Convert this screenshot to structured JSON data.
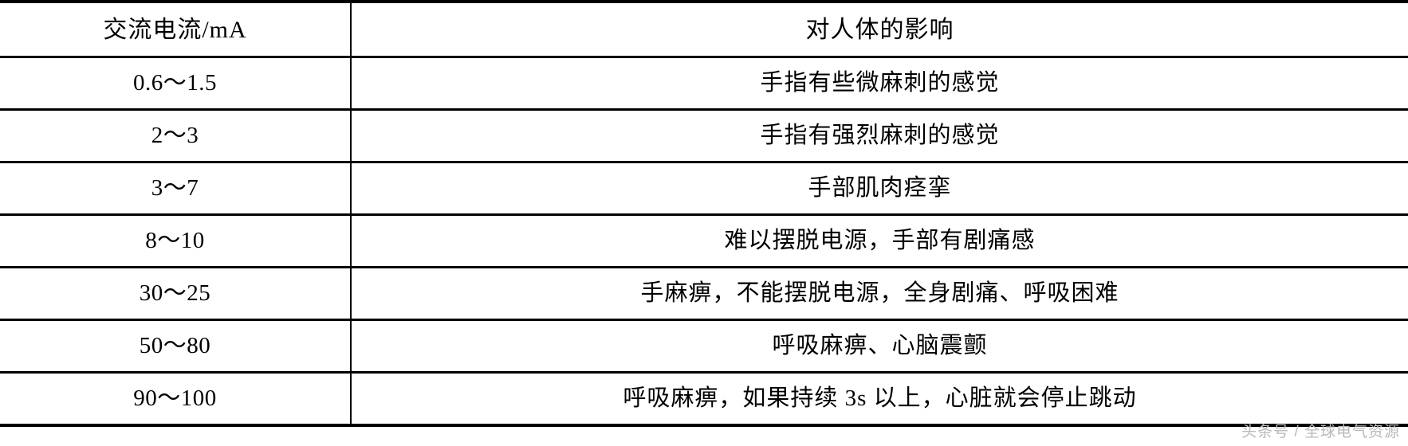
{
  "table": {
    "headers": {
      "current": "交流电流/mA",
      "effect": "对人体的影响"
    },
    "rows": [
      {
        "current": "0.6～1.5",
        "effect": "手指有些微麻刺的感觉"
      },
      {
        "current": "2～3",
        "effect": "手指有强烈麻刺的感觉"
      },
      {
        "current": "3～7",
        "effect": "手部肌肉痉挛"
      },
      {
        "current": "8～10",
        "effect": "难以摆脱电源，手部有剧痛感"
      },
      {
        "current": "30～25",
        "effect": "手麻痹，不能摆脱电源，全身剧痛、呼吸困难"
      },
      {
        "current": "50～80",
        "effect": "呼吸麻痹、心脑震颤"
      },
      {
        "current": "90～100",
        "effect": "呼吸麻痹，如果持续 3s 以上，心脏就会停止跳动"
      }
    ]
  },
  "watermark": {
    "text": "头条号 / 全球电气资源"
  },
  "colors": {
    "rule": "#000000",
    "text": "#000000",
    "background": "#ffffff",
    "watermark": "#b9b9b9"
  }
}
